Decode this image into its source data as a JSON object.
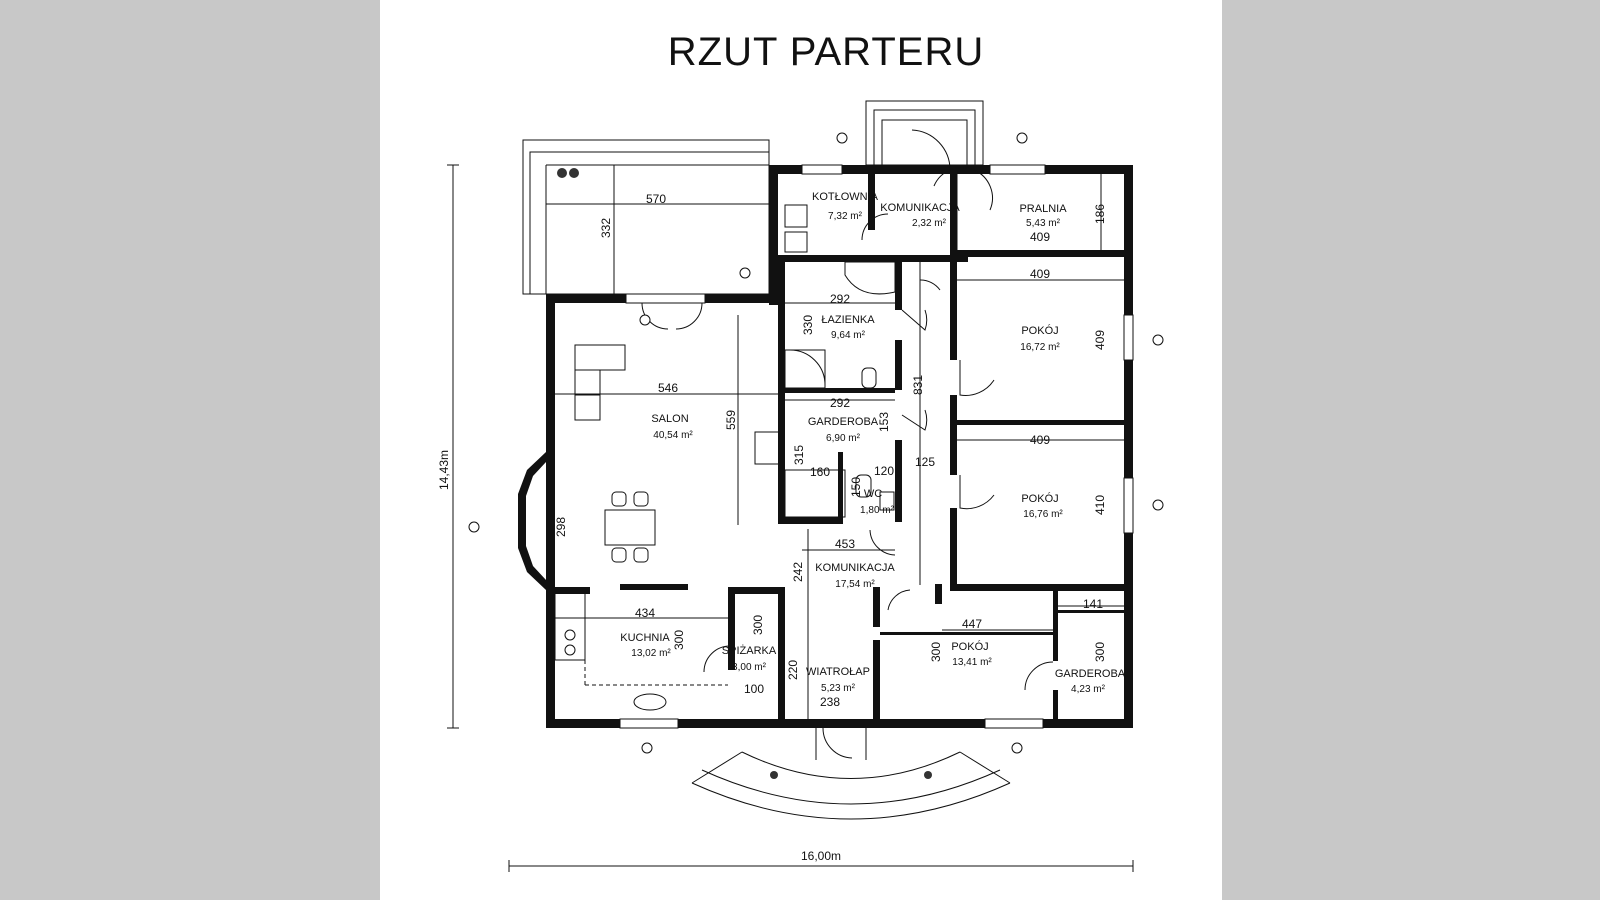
{
  "title": "RZUT PARTERU",
  "overall": {
    "width": "16,00m",
    "height": "14,43m"
  },
  "rooms": {
    "kotlownia": {
      "name": "KOTŁOWNIA",
      "area": "7,32 m²"
    },
    "komunikacja1": {
      "name": "KOMUNIKACJA",
      "area": "2,32 m²"
    },
    "pralnia": {
      "name": "PRALNIA",
      "area": "5,43 m²"
    },
    "lazienka": {
      "name": "ŁAZIENKA",
      "area": "9,64 m²"
    },
    "pokoj1": {
      "name": "POKÓJ",
      "area": "16,72 m²"
    },
    "salon": {
      "name": "SALON",
      "area": "40,54 m²"
    },
    "garderoba1": {
      "name": "GARDEROBA",
      "area": "6,90 m²"
    },
    "wc": {
      "name": "WC",
      "area": "1,80 m²"
    },
    "pokoj2": {
      "name": "POKÓJ",
      "area": "16,76 m²"
    },
    "komunikacja2": {
      "name": "KOMUNIKACJA",
      "area": "17,54 m²"
    },
    "kuchnia": {
      "name": "KUCHNIA",
      "area": "13,02 m²"
    },
    "spizarka": {
      "name": "SPIŻARKA",
      "area": "3,00 m²"
    },
    "wiatrolap": {
      "name": "WIATROŁAP",
      "area": "5,23 m²"
    },
    "pokoj3": {
      "name": "POKÓJ",
      "area": "13,41 m²"
    },
    "garderoba2": {
      "name": "GARDEROBA",
      "area": "4,23 m²"
    }
  },
  "dims": {
    "terrace_w": "570",
    "terrace_h": "332",
    "pralnia_w": "409",
    "pralnia_h": "186",
    "pokoj1_w": "409",
    "pokoj1_h": "409",
    "lazienka_w": "292",
    "lazienka_h": "330",
    "salon_w": "546",
    "salon_h": "559",
    "corridor_h": "831",
    "garderoba_w": "292",
    "garderoba_h1": "153",
    "garderoba_h2": "315",
    "d160": "160",
    "d120": "120",
    "d150": "150",
    "d125": "125",
    "pokoj2_w": "409",
    "pokoj2_h": "410",
    "d453": "453",
    "d298": "298",
    "d242": "242",
    "kuchnia_w": "434",
    "kuchnia_h": "300",
    "spiz_h": "300",
    "spiz_w": "100",
    "d220": "220",
    "wiatrolap_w": "238",
    "pokoj3_w": "447",
    "pokoj3_h": "300",
    "garderoba2_w": "141",
    "garderoba2_h": "300"
  }
}
